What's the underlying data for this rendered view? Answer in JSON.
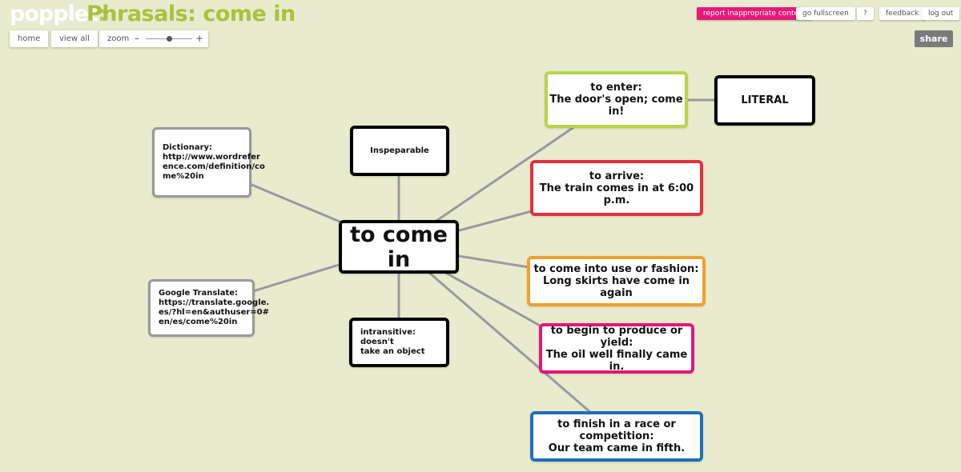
{
  "header": {
    "logo": "popplet",
    "logo_colon": ":",
    "board_title": "Phrasals: come in"
  },
  "top_buttons": {
    "report": "report inappropriate content",
    "fullscreen": "go fullscreen",
    "help": "?",
    "feedback": "feedback",
    "logout": "log out"
  },
  "nav": {
    "home": "home",
    "view_all": "view all",
    "zoom_label": "zoom",
    "zoom_minus": "–",
    "zoom_plus": "+",
    "share": "share"
  },
  "colors": {
    "background": "#e8ebce",
    "brand_green": "#a9c23e",
    "report_pink": "#e6197a",
    "connector": "#9a9a9a",
    "node_black": "#000000",
    "node_gray": "#999999",
    "node_green": "#b8d44a",
    "node_red": "#e0323c",
    "node_orange": "#f0a030",
    "node_pink": "#e0187a",
    "node_blue": "#1f6fb8"
  },
  "nodes": {
    "center": "to come in",
    "inspeparable": "Inspeparable",
    "dictionary": "Dictionary:\nhttp://www.wordrefer\nence.com/definition/co\nme%20in",
    "google": "Google Translate:\nhttps://translate.google.\nes/?hl=en&authuser=0#\nen/es/come%20in",
    "intransitive": "intransitive: doesn't\ntake an object",
    "enter": "to enter:\nThe door's open; come in!",
    "literal": "LITERAL",
    "arrive": "to arrive:\nThe train comes in at 6:00 p.m.",
    "fashion": "to come into use or fashion:\nLong skirts have come in again",
    "produce": "to begin to produce or yield:\nThe oil well finally came in.",
    "finish": "to finish in a race or competition:\nOur team came in fifth."
  }
}
